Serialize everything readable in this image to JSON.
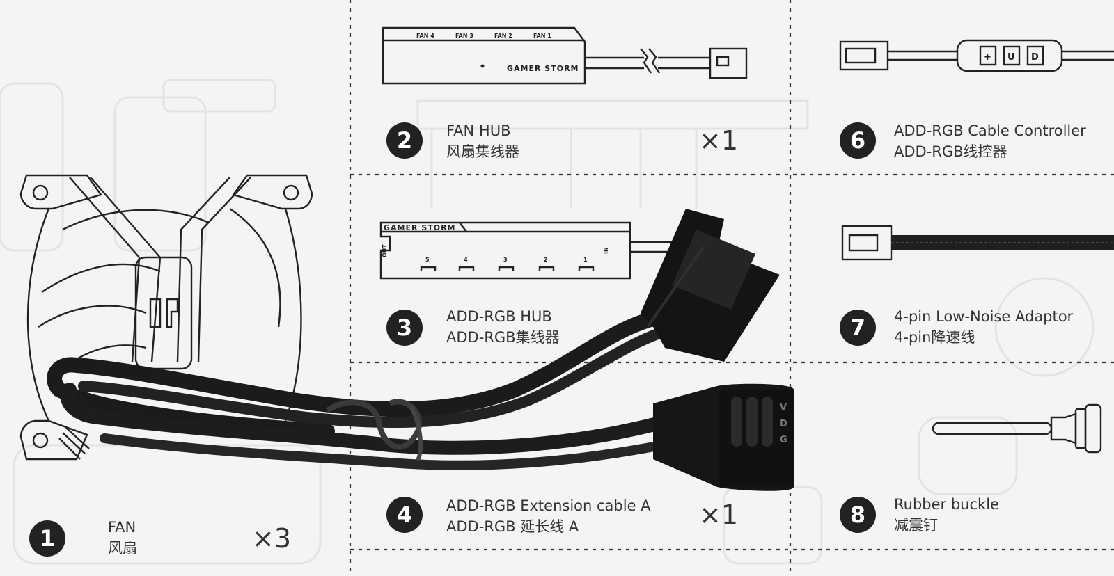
{
  "items": {
    "fan": {
      "number": "1",
      "name_en": "FAN",
      "name_zh": "风扇",
      "quantity": "×3"
    },
    "fan_hub": {
      "number": "2",
      "name_en": "FAN HUB",
      "name_zh": "风扇集线器",
      "quantity": "×1",
      "ports": [
        "FAN 4",
        "FAN 3",
        "FAN 2",
        "FAN 1"
      ],
      "brand": "GAMER STORM"
    },
    "addrgb_hub": {
      "number": "3",
      "name_en": "ADD-RGB HUB",
      "name_zh": "ADD-RGB集线器",
      "ports": [
        "5",
        "4",
        "3",
        "2",
        "1"
      ],
      "brand": "GAMER STORM",
      "port_out": "OUT",
      "port_in": "IN"
    },
    "extension_cable": {
      "number": "4",
      "name_en": "ADD-RGB Extension cable A",
      "name_zh": "ADD-RGB 延长线 A",
      "quantity": "×1",
      "pin_labels": [
        "V",
        "D",
        "G"
      ]
    },
    "cable_controller": {
      "number": "6",
      "name_en": "ADD-RGB Cable Controller",
      "name_zh": "ADD-RGB线控器",
      "buttons": [
        "+",
        "U",
        "D"
      ]
    },
    "low_noise_adaptor": {
      "number": "7",
      "name_en": "4-pin Low-Noise Adaptor",
      "name_zh": "4-pin降速线"
    },
    "rubber_buckle": {
      "number": "8",
      "name_en": "Rubber buckle",
      "name_zh": "减震钉"
    }
  },
  "colors": {
    "paper": "#f4f4f4",
    "ink": "#222222",
    "cable": "#1b1b1b",
    "dashed_divider": "#333333"
  }
}
